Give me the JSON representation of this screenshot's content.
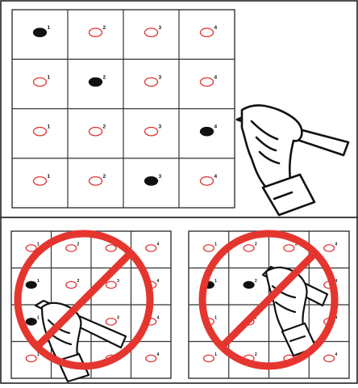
{
  "diagram": {
    "labels": [
      "1",
      "2",
      "3",
      "4"
    ],
    "colors": {
      "grid": "#333333",
      "bubble": "#e03030",
      "fill": "#111111",
      "prohibition": "#e5352f",
      "hand_stroke": "#111111"
    },
    "correct_example": {
      "rows": 4,
      "cols": 4,
      "filled": [
        [
          1,
          1
        ],
        [
          2,
          2
        ],
        [
          3,
          4
        ],
        [
          4,
          3
        ]
      ],
      "icon": "hand-pencil-icon"
    },
    "wrong_example_left": {
      "rows": 4,
      "cols": 4,
      "filled": [
        [
          2,
          1
        ],
        [
          3,
          1
        ]
      ],
      "icon": "prohibition-icon"
    },
    "wrong_example_right": {
      "rows": 4,
      "cols": 4,
      "filled": [
        [
          2,
          1
        ],
        [
          2,
          2
        ]
      ],
      "icon": "prohibition-icon"
    }
  }
}
